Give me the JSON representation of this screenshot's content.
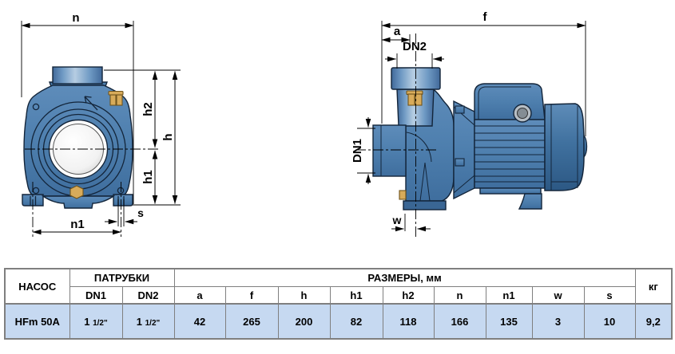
{
  "drawings": {
    "front_view": {
      "labels": {
        "n": "n",
        "h2": "h2",
        "h": "h",
        "h1": "h1",
        "s": "s",
        "n1": "n1"
      }
    },
    "side_view": {
      "labels": {
        "f": "f",
        "a": "a",
        "dn2": "DN2",
        "dn1": "DN1",
        "w": "w"
      }
    }
  },
  "table": {
    "headers": {
      "pump": "НАСОС",
      "ports": "ПАТРУБКИ",
      "dimensions_mm": "РАЗМЕРЫ, мм",
      "weight_kg": "кг",
      "dn1": "DN1",
      "dn2": "DN2",
      "a": "a",
      "f": "f",
      "h": "h",
      "h1": "h1",
      "h2": "h2",
      "n": "n",
      "n1": "n1",
      "w": "w",
      "s": "s"
    },
    "rows": [
      {
        "pump": "HFm 50A",
        "dn1_whole": "1",
        "dn1_frac": "1/2\"",
        "dn2_whole": "1",
        "dn2_frac": "1/2\"",
        "a": "42",
        "f": "265",
        "h": "200",
        "h1": "82",
        "h2": "118",
        "n": "166",
        "n1": "135",
        "w": "3",
        "s": "10",
        "weight": "9,2"
      }
    ]
  },
  "colors": {
    "pump_body_blue": "#4e7fae",
    "brass": "#d8ab5a",
    "outline": "#13253a",
    "table_row_highlight": "#c6d9f1",
    "table_border": "#7f7f7f"
  }
}
